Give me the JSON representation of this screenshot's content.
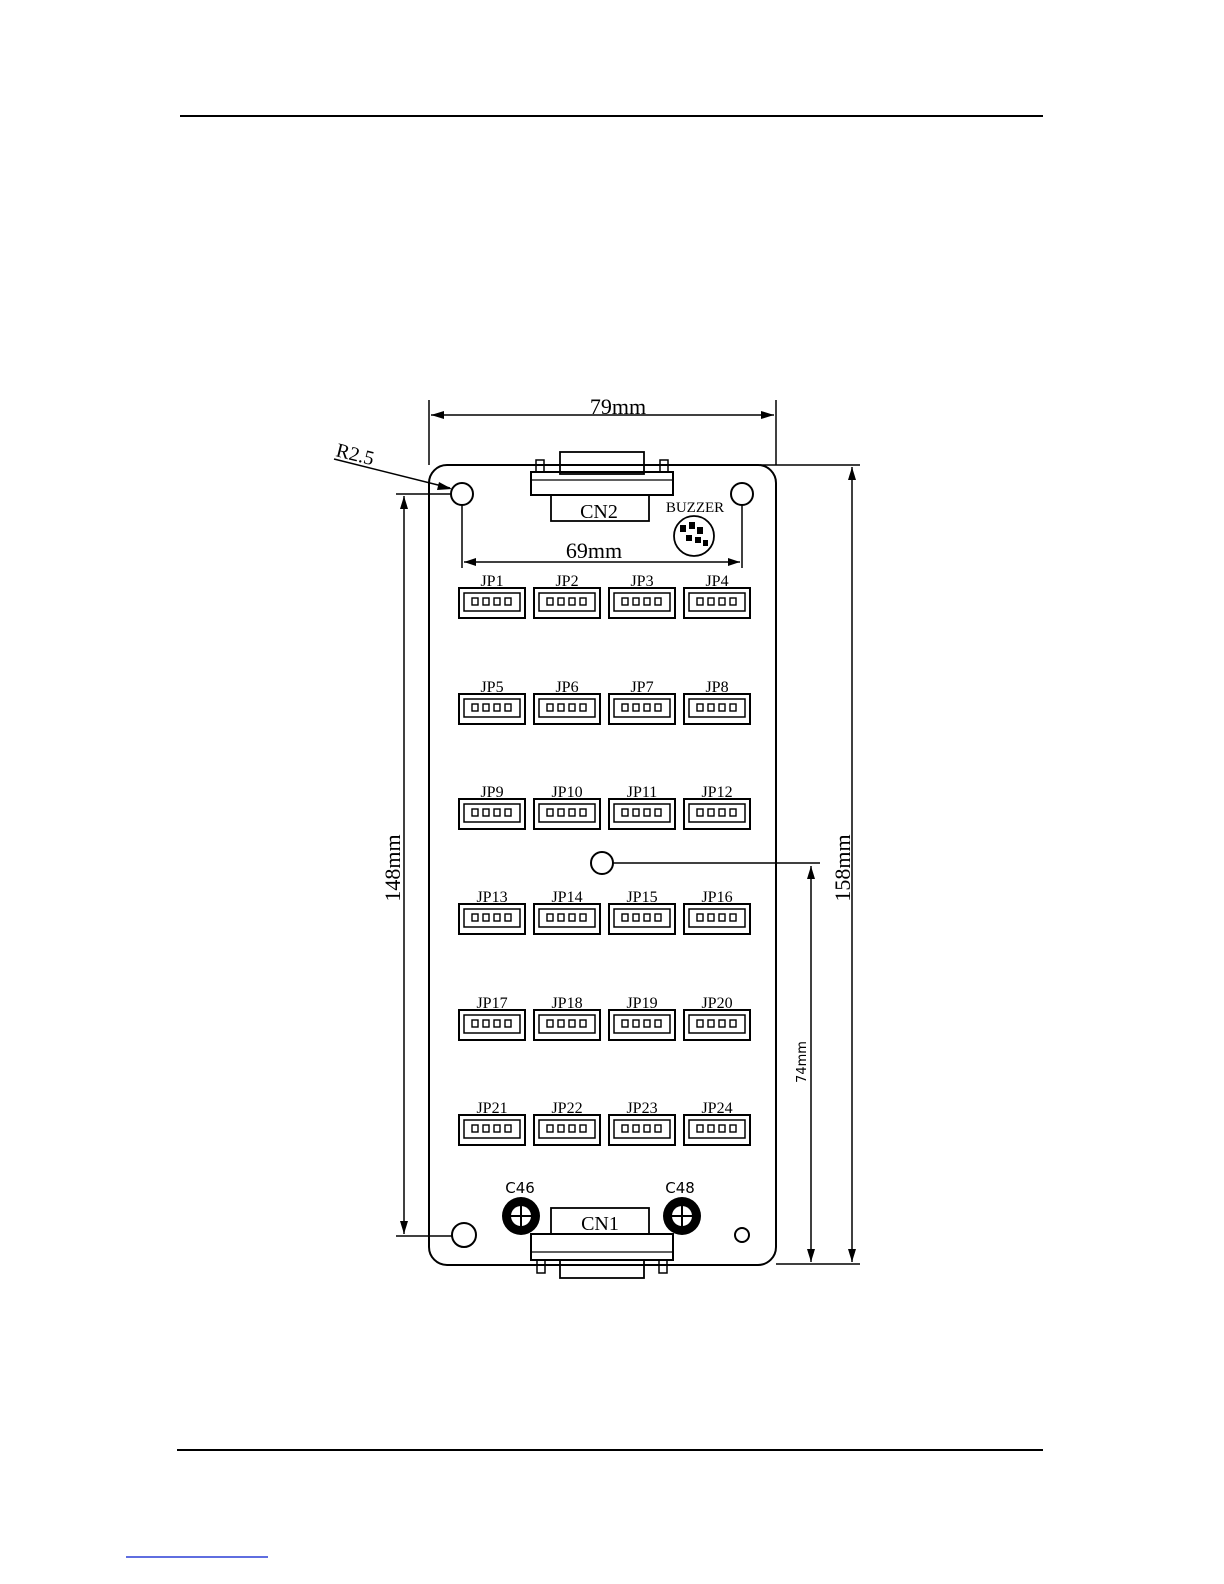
{
  "dimensions": {
    "width": "79mm",
    "height": "158mm",
    "hole_span": "69mm",
    "hole_height": "148mm",
    "mid_hole": "74mm",
    "corner_radius": "R2.5"
  },
  "connectors": {
    "top": "CN2",
    "bottom": "CN1"
  },
  "buzzer_label": "BUZZER",
  "capacitors": [
    "C46",
    "C48"
  ],
  "jumpers": [
    "JP1",
    "JP2",
    "JP3",
    "JP4",
    "JP5",
    "JP6",
    "JP7",
    "JP8",
    "JP9",
    "JP10",
    "JP11",
    "JP12",
    "JP13",
    "JP14",
    "JP15",
    "JP16",
    "JP17",
    "JP18",
    "JP19",
    "JP20",
    "JP21",
    "JP22",
    "JP23",
    "JP24"
  ],
  "colors": {
    "line": "#000000",
    "background": "#ffffff",
    "footer_link": "#2a3fd6"
  }
}
